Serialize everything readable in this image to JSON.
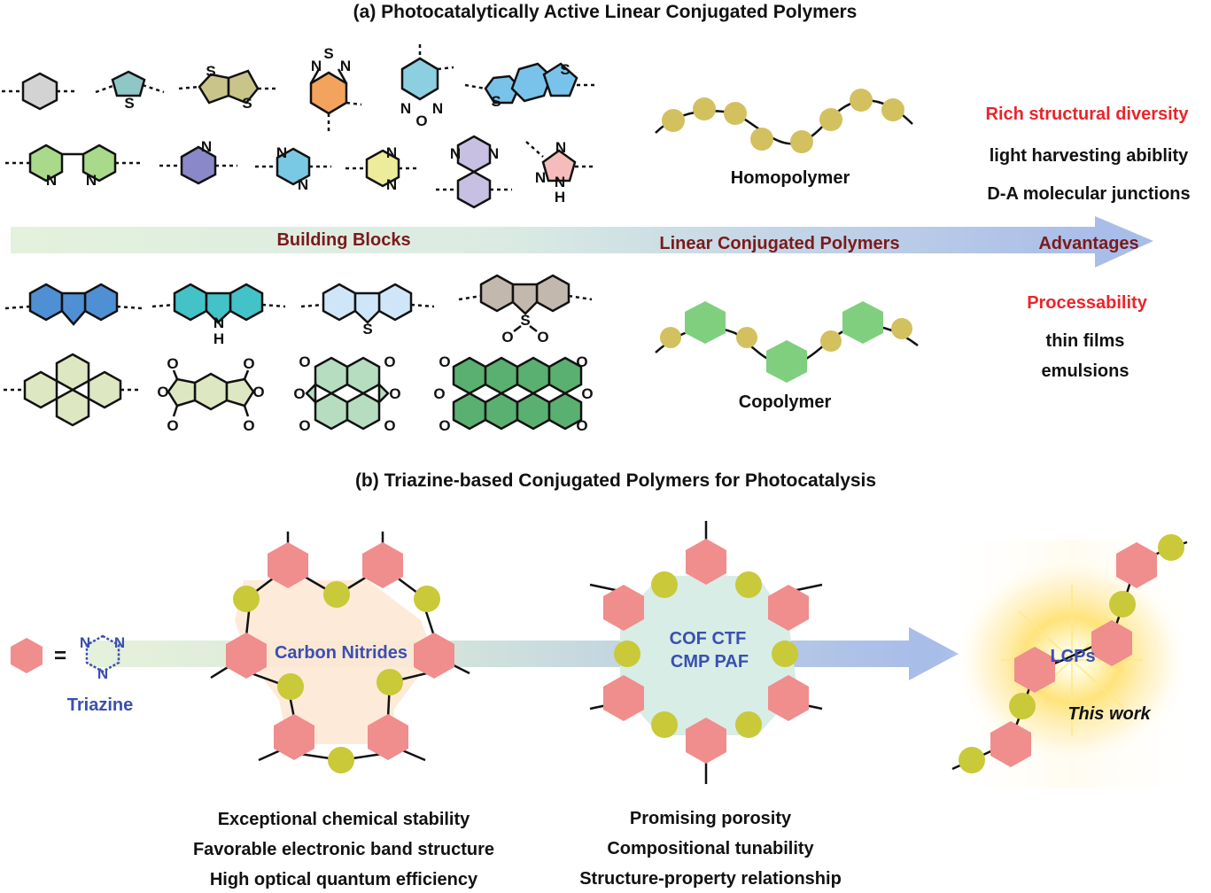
{
  "panel_a": {
    "title": "(a)  Photocatalytically Active Linear Conjugated Polymers",
    "arrow": {
      "building_blocks": "Building Blocks",
      "lcp": "Linear Conjugated Polymers",
      "advantages": "Advantages"
    },
    "homopolymer_label": "Homopolymer",
    "copolymer_label": "Copolymer",
    "advantages_top": {
      "heading": "Rich structural diversity",
      "items": [
        "light harvesting abiblity",
        "D-A molecular junctions"
      ]
    },
    "advantages_bottom": {
      "heading": "Processability",
      "items": [
        "thin films",
        "emulsions"
      ]
    },
    "colors": {
      "heading_red": "#e8262b",
      "arrow_text": "#7b1a1a",
      "bead": "#d3c05f",
      "hexagon_green": "#7fcf7f"
    }
  },
  "panel_b": {
    "title": "(b)  Triazine-based Conjugated Polymers for Photocatalysis",
    "equals": "=",
    "triazine_label": "Triazine",
    "carbon_nitrides_label": "Carbon Nitrides",
    "frameworks_label_1": "COF CTF",
    "frameworks_label_2": "CMP PAF",
    "lcps_label": "LCPs",
    "this_work": "This work",
    "carbon_nitride_features": [
      "Exceptional chemical stability",
      "Favorable electronic band structure",
      "High optical quantum efficiency"
    ],
    "framework_features": [
      "Promising porosity",
      "Compositional tunability",
      "Structure-property relationship"
    ],
    "colors": {
      "triazine_pink": "#f08d8d",
      "linker_yellow": "#c9c93a",
      "label_blue": "#3a4fb0"
    }
  },
  "atoms": {
    "S": "S",
    "N": "N",
    "O": "O",
    "H": "H"
  }
}
